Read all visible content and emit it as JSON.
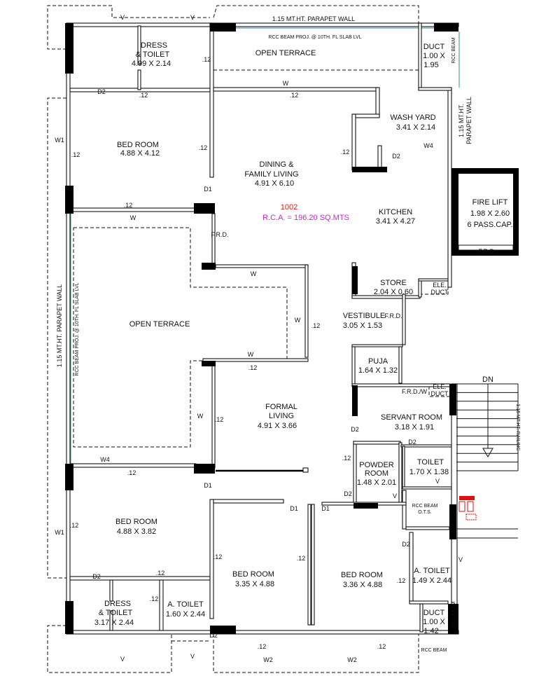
{
  "plan": {
    "unit_number": "1002",
    "rca": "R.C.A. = 196.20 SQ.MTS",
    "accent_colors": {
      "unit_number": "#d42020",
      "rca": "#d020d0",
      "glass": "#2a8c8c",
      "fire_equipment": "#e01010"
    }
  },
  "rooms": [
    {
      "l1": "DRESS",
      "l2": "& TOILET",
      "dim": "4.99 X 2.14"
    },
    {
      "l1": "OPEN TERRACE"
    },
    {
      "l1": "DUCT",
      "l2": "1.00 X",
      "dim": "1.95"
    },
    {
      "l1": "BED ROOM",
      "dim": "4.88 X 4.12"
    },
    {
      "l1": "DINING &",
      "l2": "FAMILY LIVING",
      "dim": "4.91 X 6.10"
    },
    {
      "l1": "WASH YARD",
      "dim": "3.41 X 2.14"
    },
    {
      "l1": "KITCHEN",
      "dim": "3.41 X 4.27"
    },
    {
      "l1": "FIRE LIFT",
      "l2": "1.98 X 2.60",
      "dim": "6 PASS.CAP."
    },
    {
      "l1": "OPEN TERRACE"
    },
    {
      "l1": "STORE",
      "dim": "2.04 X 0.60"
    },
    {
      "l1": "VESTIBULE",
      "dim": "3.05 X 1.53"
    },
    {
      "l1": "PUJA",
      "dim": "1.64 X 1.32"
    },
    {
      "l1": "FORMAL",
      "l2": "LIVING",
      "dim": "4.91 X 3.66"
    },
    {
      "l1": "SERVANT ROOM",
      "dim": "3.18 X 1.91"
    },
    {
      "l1": "POWDER",
      "l2": "ROOM",
      "dim": "1.48 X 2.01"
    },
    {
      "l1": "TOILET",
      "dim": "1.70 X 1.38"
    },
    {
      "l1": "BED ROOM",
      "dim": "4.88 X 3.82"
    },
    {
      "l1": "BED ROOM",
      "dim": "3.35 X 4.88"
    },
    {
      "l1": "BED ROOM",
      "dim": "3.36 X 4.88"
    },
    {
      "l1": "A. TOILET",
      "dim": "1.49 X 2.44"
    },
    {
      "l1": "DRESS",
      "l2": "& TOILET",
      "dim": "3.17 X 2.44"
    },
    {
      "l1": "A. TOILET",
      "dim": "1.60 X 2.44"
    },
    {
      "l1": "DUCT",
      "l2": "1.00 X",
      "dim": "1.42"
    }
  ],
  "annotations": {
    "parapet_wall": "1.15 MT.HT. PARAPET WALL",
    "rcc_beam_proj": "RCC BEAM PROJ. @ 10TH. FL SLAB LVL",
    "rcc_beam": "RCC BEAM",
    "rcc_beam_ots_1": "RCC BEAM",
    "rcc_beam_ots_2": "O.T.S.",
    "ele_duct_1": "ELE.",
    "ele_duct_2": "DUCT",
    "dn": "DN",
    "railing": "1.15 MT.HT. RAILING",
    "parapet_right_1": "1.15 MT.HT.",
    "parapet_right_2": "PARAPET WALL"
  },
  "openings": {
    "d1": "D1",
    "d2": "D2",
    "w": "W",
    "w1": "W1",
    "w2": "W2",
    "w4": "W4",
    "v": "V",
    "frd": "F.R.D.",
    "frd_w": "F.R.D./W",
    "thickness": ".12"
  }
}
